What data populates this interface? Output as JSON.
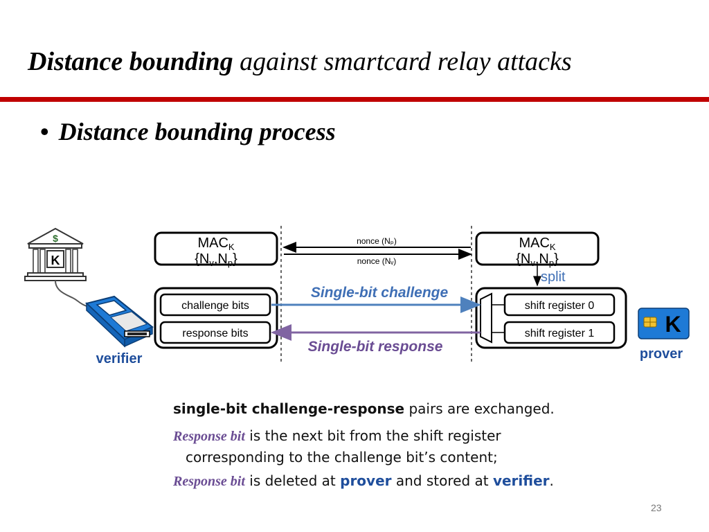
{
  "slide": {
    "title_bold": "Distance bounding",
    "title_rest": " against smartcard relay attacks",
    "bullet": "Distance bounding process",
    "page_number": "23"
  },
  "diagram": {
    "verifier_label": "verifier",
    "prover_label": "prover",
    "bank_dollar": "$",
    "bank_key": "K",
    "card_key": "K",
    "mac_left": {
      "main": "MAC",
      "sub": "K",
      "set_open": "{N",
      "sub_v": "v",
      "comma": ",",
      "n2": "N",
      "sub_p": "p",
      "set_close": "}"
    },
    "mac_right": {
      "main": "MAC",
      "sub": "K",
      "set_open": "{N",
      "sub_v": "v",
      "comma": ",",
      "n2": "N",
      "sub_p": "p",
      "set_close": "}"
    },
    "nonce_p": "nonce (Nₚ)",
    "nonce_v": "nonce (Nᵥ)",
    "split": "split",
    "challenge_bits": "challenge bits",
    "response_bits": "response bits",
    "shift_register_0": "shift register 0",
    "shift_register_1": "shift register 1",
    "single_bit_challenge": "Single-bit challenge",
    "single_bit_response": "Single-bit response",
    "colors": {
      "challenge_arrow": "#4f81bd",
      "response_arrow": "#8064a2",
      "label_blue": "#1f4e9c",
      "label_purple": "#6a4c93",
      "card_blue": "#1e7ad6",
      "title_rule": "#c00000"
    }
  },
  "body_text": {
    "line1_bold": "single-bit challenge-response",
    "line1_rest": " pairs are exchanged.",
    "line2_em": "Response bit",
    "line2_rest": " is the next bit from the shift register",
    "line3": "corresponding to the challenge bit’s content;",
    "line4_em": "Response bit",
    "line4_a": " is deleted at ",
    "line4_prover": "prover",
    "line4_b": " and stored at ",
    "line4_verifier": "verifier",
    "line4_end": "."
  }
}
